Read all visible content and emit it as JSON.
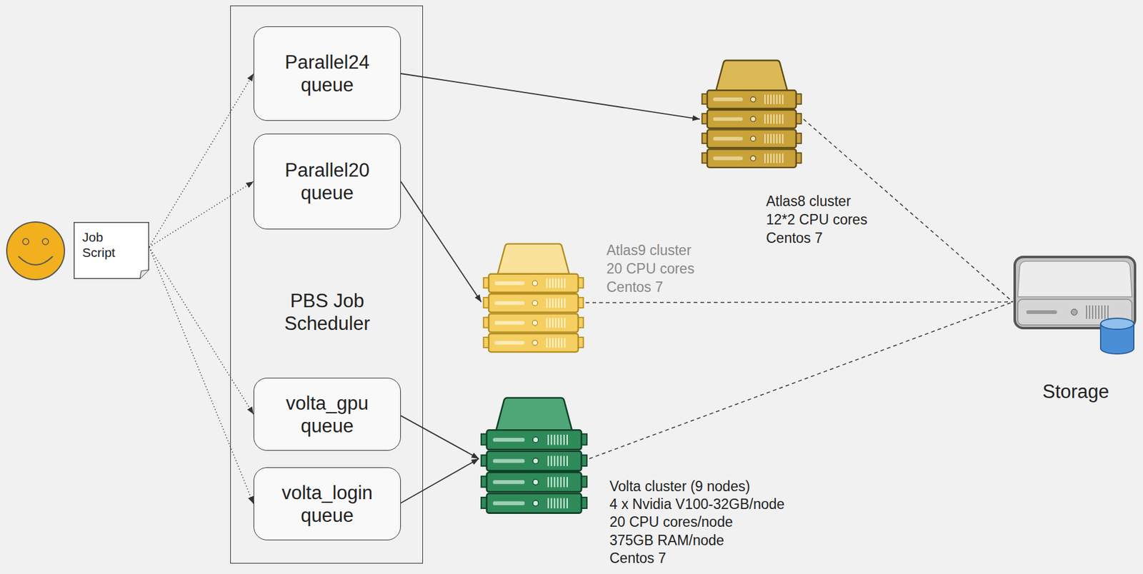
{
  "diagram": {
    "nodes": [
      {
        "text": [
          "Job Script"
        ]
      },
      {
        "text": [
          "PBS Job Scheduler"
        ]
      },
      {
        "text": [
          "Parallel24 queue"
        ],
        "in": 1
      },
      {
        "text": [
          "Parallel20 queue"
        ],
        "in": 1
      },
      {
        "text": [
          "volta_gpu queue"
        ],
        "in": 1
      },
      {
        "text": [
          "volta_login queue"
        ],
        "in": 1
      },
      {
        "text": [
          "Atlas8 cluster",
          "12*2 CPU cores",
          "Centos 7"
        ]
      },
      {
        "text": [
          "Atlas9 cluster",
          "20 CPU cores",
          "Centos 7"
        ]
      },
      {
        "text": [
          "Volta cluster (9 nodes)",
          "4 x Nvidia V100-32GB/node",
          "20 CPU cores/node",
          "375GB RAM/node",
          "Centos 7"
        ]
      },
      {
        "text": [
          "Storage"
        ]
      }
    ],
    "edges": [
      {
        "from": 0,
        "to": 2,
        "arrow": "to"
      },
      {
        "from": 0,
        "to": 3,
        "arrow": "to"
      },
      {
        "from": 0,
        "to": 4,
        "arrow": "to"
      },
      {
        "from": 0,
        "to": 5,
        "arrow": "to"
      },
      {
        "from": 2,
        "to": 6,
        "arrow": "to"
      },
      {
        "from": 3,
        "to": 7,
        "arrow": "to"
      },
      {
        "from": 4,
        "to": 8,
        "arrow": "to"
      },
      {
        "from": 5,
        "to": 8,
        "arrow": "to"
      },
      {
        "from": 6,
        "to": 9,
        "arrow": "none"
      },
      {
        "from": 7,
        "to": 9,
        "arrow": "none"
      },
      {
        "from": 8,
        "to": 9,
        "arrow": "none"
      }
    ]
  }
}
